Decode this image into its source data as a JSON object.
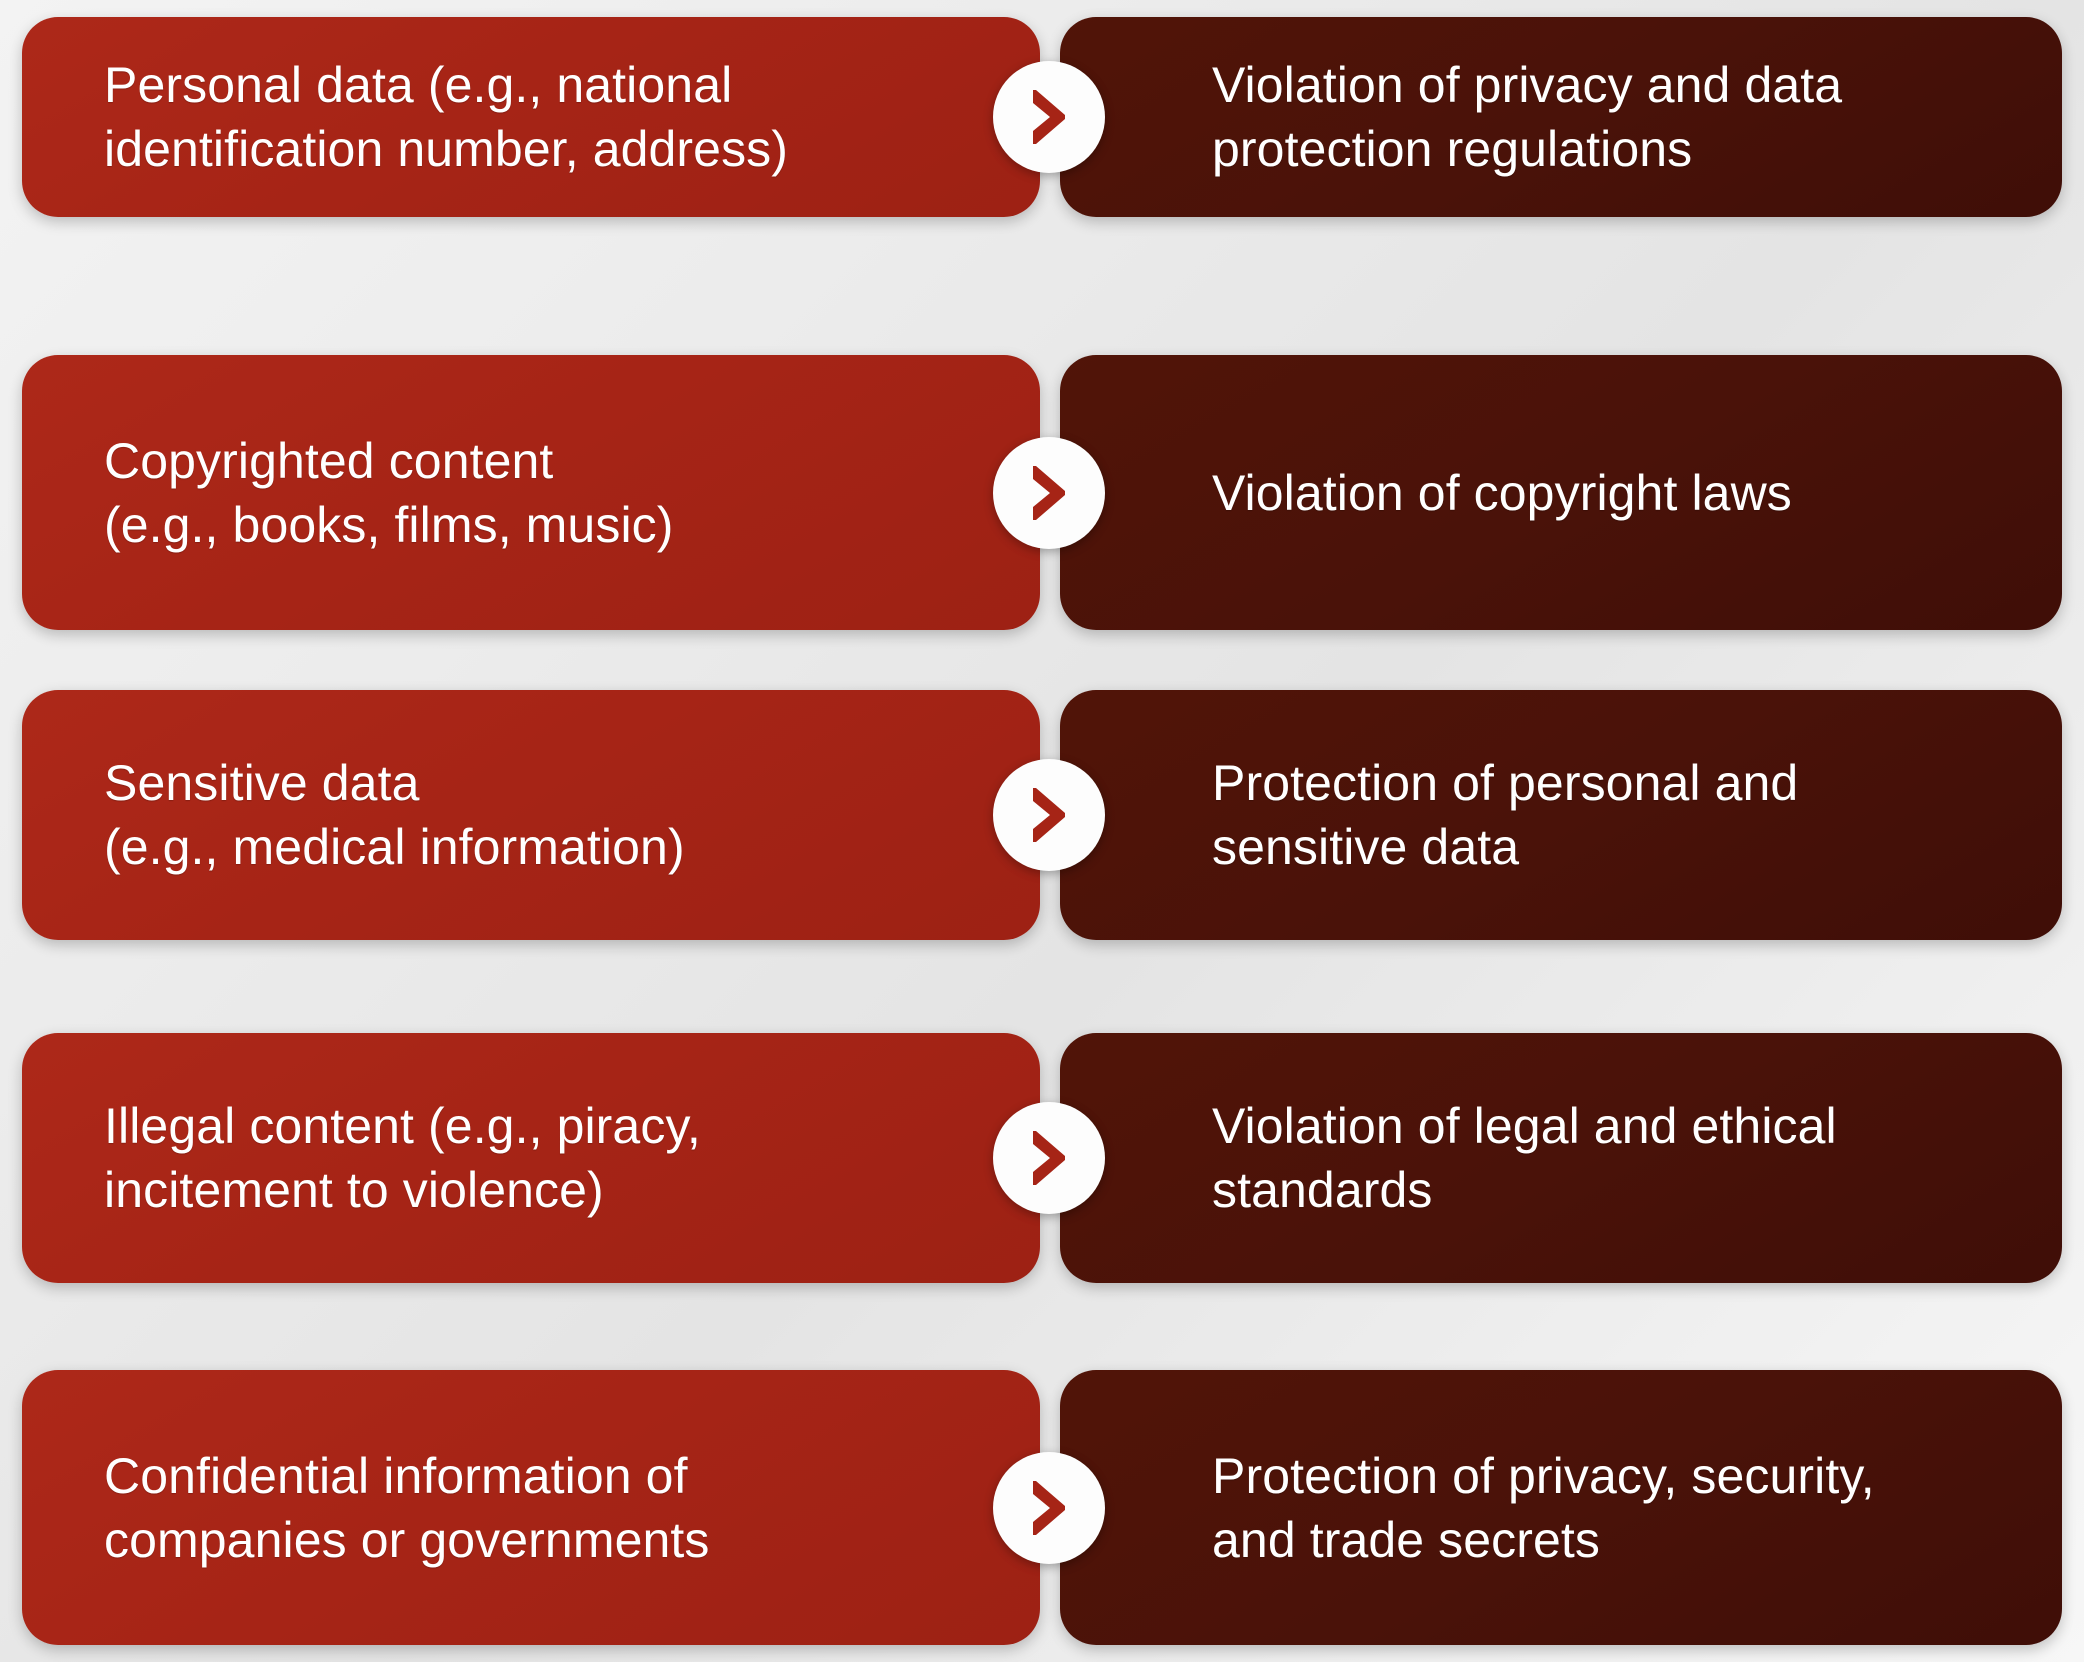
{
  "diagram": {
    "type": "cause-and-effect-list",
    "title": "",
    "colors": {
      "cause_fill": "#a62416",
      "effect_fill": "#4a1209",
      "badge_fill": "#fdfdfd",
      "chevron_fill": "#a62416",
      "text": "#ffffff",
      "background": "#ececec"
    },
    "connector_icon": "chevron-right-icon",
    "rows": [
      {
        "cause": "Personal data (e.g., national\nidentification number, address)",
        "effect": "Violation of privacy and data\nprotection regulations"
      },
      {
        "cause": "Copyrighted content\n(e.g., books, films, music)",
        "effect": "Violation of copyright laws"
      },
      {
        "cause": "Sensitive data\n(e.g., medical information)",
        "effect": "Protection of personal and\nsensitive data"
      },
      {
        "cause": "Illegal content (e.g., piracy,\nincitement to violence)",
        "effect": "Violation of legal and ethical\nstandards"
      },
      {
        "cause": "Confidential information of\ncompanies or governments",
        "effect": "Protection of privacy, security,\nand trade secrets"
      }
    ]
  }
}
